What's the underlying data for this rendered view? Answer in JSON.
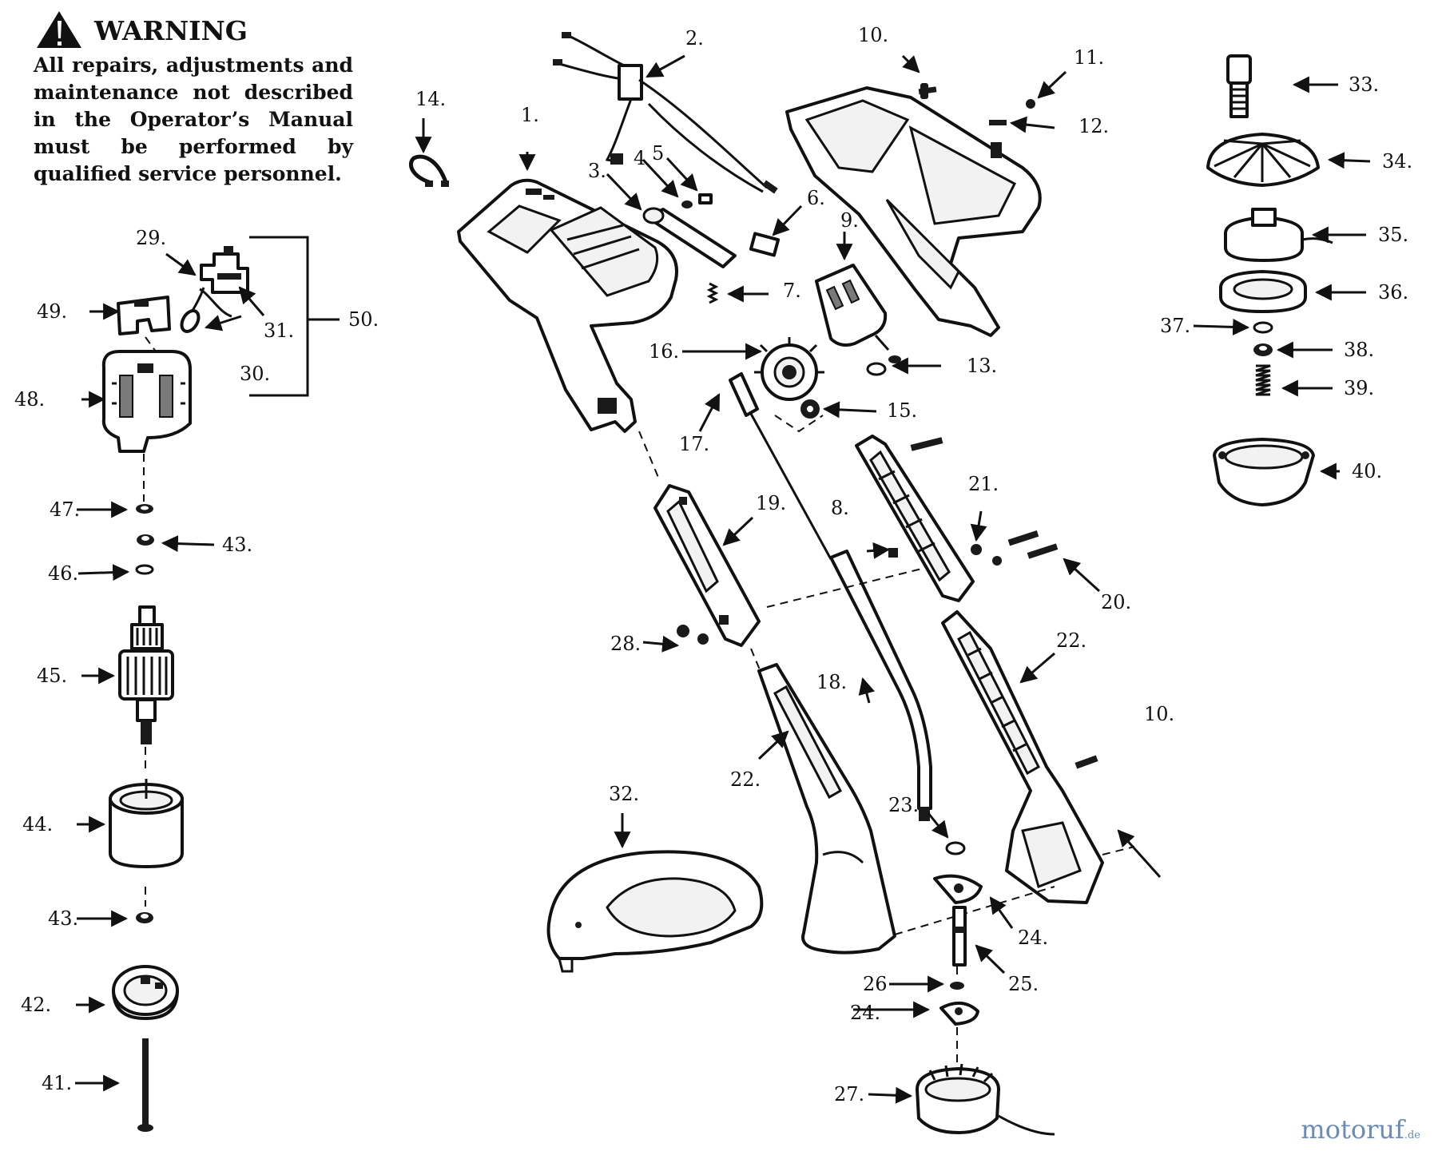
{
  "warning": {
    "title": "WARNING",
    "text": "All repairs, adjustments and maintenance not described in the Operator’s Manual must be performed by qualified service personnel."
  },
  "watermark": {
    "name": "motoruf",
    "tld": ".de"
  },
  "labels": {
    "p1": "1.",
    "p2": "2.",
    "p3": "3.",
    "p4": "4",
    "p5": "5",
    "p6": "6.",
    "p7": "7.",
    "p8": "8.",
    "p9": "9.",
    "p10_top": "10.",
    "p10": "10.",
    "p11": "11.",
    "p12": "12.",
    "p13": "13.",
    "p14": "14.",
    "p15": "15.",
    "p16": "16.",
    "p17": "17.",
    "p18": "18.",
    "p19": "19.",
    "p20": "20.",
    "p21": "21.",
    "p22_right": "22.",
    "p22_left": "22.",
    "p23": "23.",
    "p24_upper": "24.",
    "p24_lower": "24.",
    "p25": "25.",
    "p26": "26",
    "p27": "27.",
    "p28": "28.",
    "p29": "29.",
    "p30": "30.",
    "p31": "31.",
    "p32": "32.",
    "p33": "33.",
    "p34": "34.",
    "p35": "35.",
    "p36": "36.",
    "p37": "37.",
    "p38": "38.",
    "p39": "39.",
    "p40": "40.",
    "p41": "41.",
    "p42": "42.",
    "p43_upper": "43.",
    "p43_lower": "43.",
    "p44": "44.",
    "p45": "45.",
    "p46": "46.",
    "p47": "47.",
    "p48": "48.",
    "p49": "49.",
    "p50": "50."
  }
}
